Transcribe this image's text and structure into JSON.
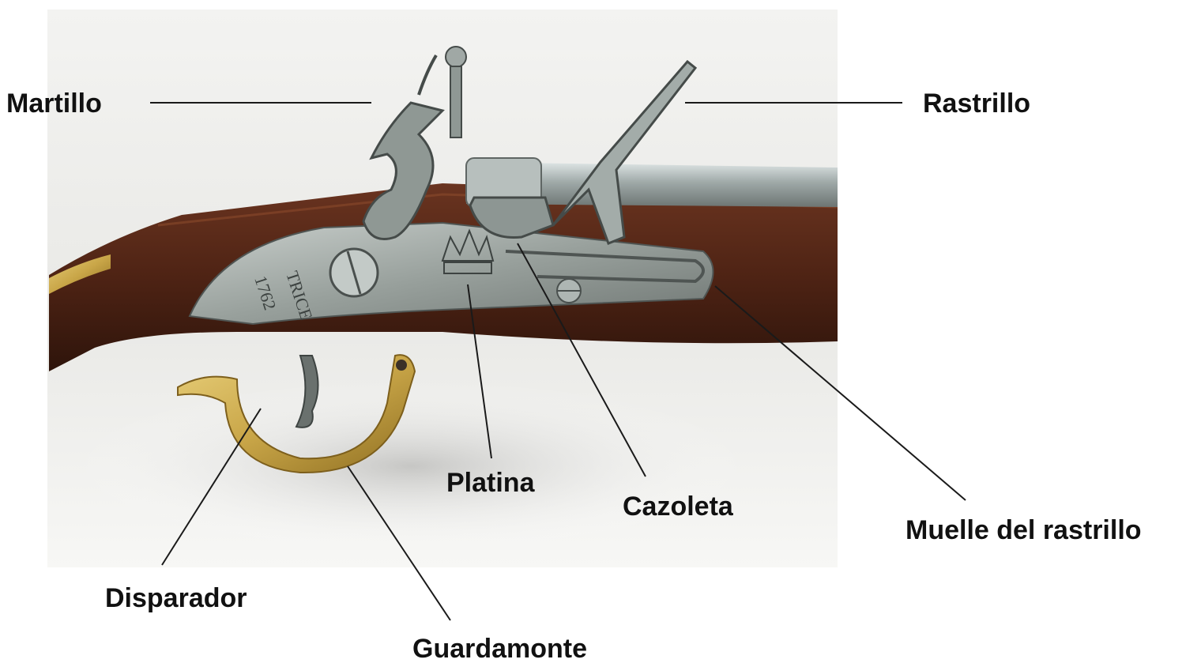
{
  "diagram": {
    "photo": {
      "subject": "flintlock-musket-lock",
      "engraving_lines": [
        "TRICE",
        "1762"
      ]
    },
    "labels": {
      "martillo": "Martillo",
      "rastrillo": "Rastrillo",
      "platina": "Platina",
      "cazoleta": "Cazoleta",
      "muelle": "Muelle del rastrillo",
      "disparador": "Disparador",
      "guardamonte": "Guardamonte"
    },
    "colors": {
      "label_text": "#111111",
      "leader_line": "#1a1a1a",
      "wood": "#5a2a18",
      "steel": "#a9b2ae",
      "brass": "#c9a648"
    }
  }
}
